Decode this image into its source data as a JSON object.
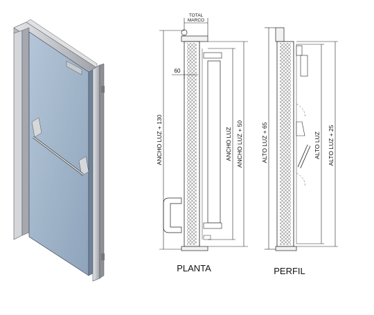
{
  "views": {
    "plan": {
      "title": "PLANTA",
      "dims": {
        "total_frame_line1": "TOTAL",
        "total_frame_line2": "MARCO",
        "left_offset": "60",
        "outer": "ANCHO LUZ + 130",
        "clear": "ANCHO LUZ",
        "inner": "ANCHO LUZ + 50"
      }
    },
    "profile": {
      "title": "PERFIL",
      "dims": {
        "outer": "ALTO LUZ + 65",
        "clear": "ALTO LUZ",
        "inner": "ALTO LUZ + 25"
      }
    }
  },
  "colors": {
    "door_leaf": "#9fb3c8",
    "frame": "#c9ccd1",
    "frame_dark": "#8d9096",
    "line": "#222222",
    "insulation": "#e9e9e9"
  }
}
